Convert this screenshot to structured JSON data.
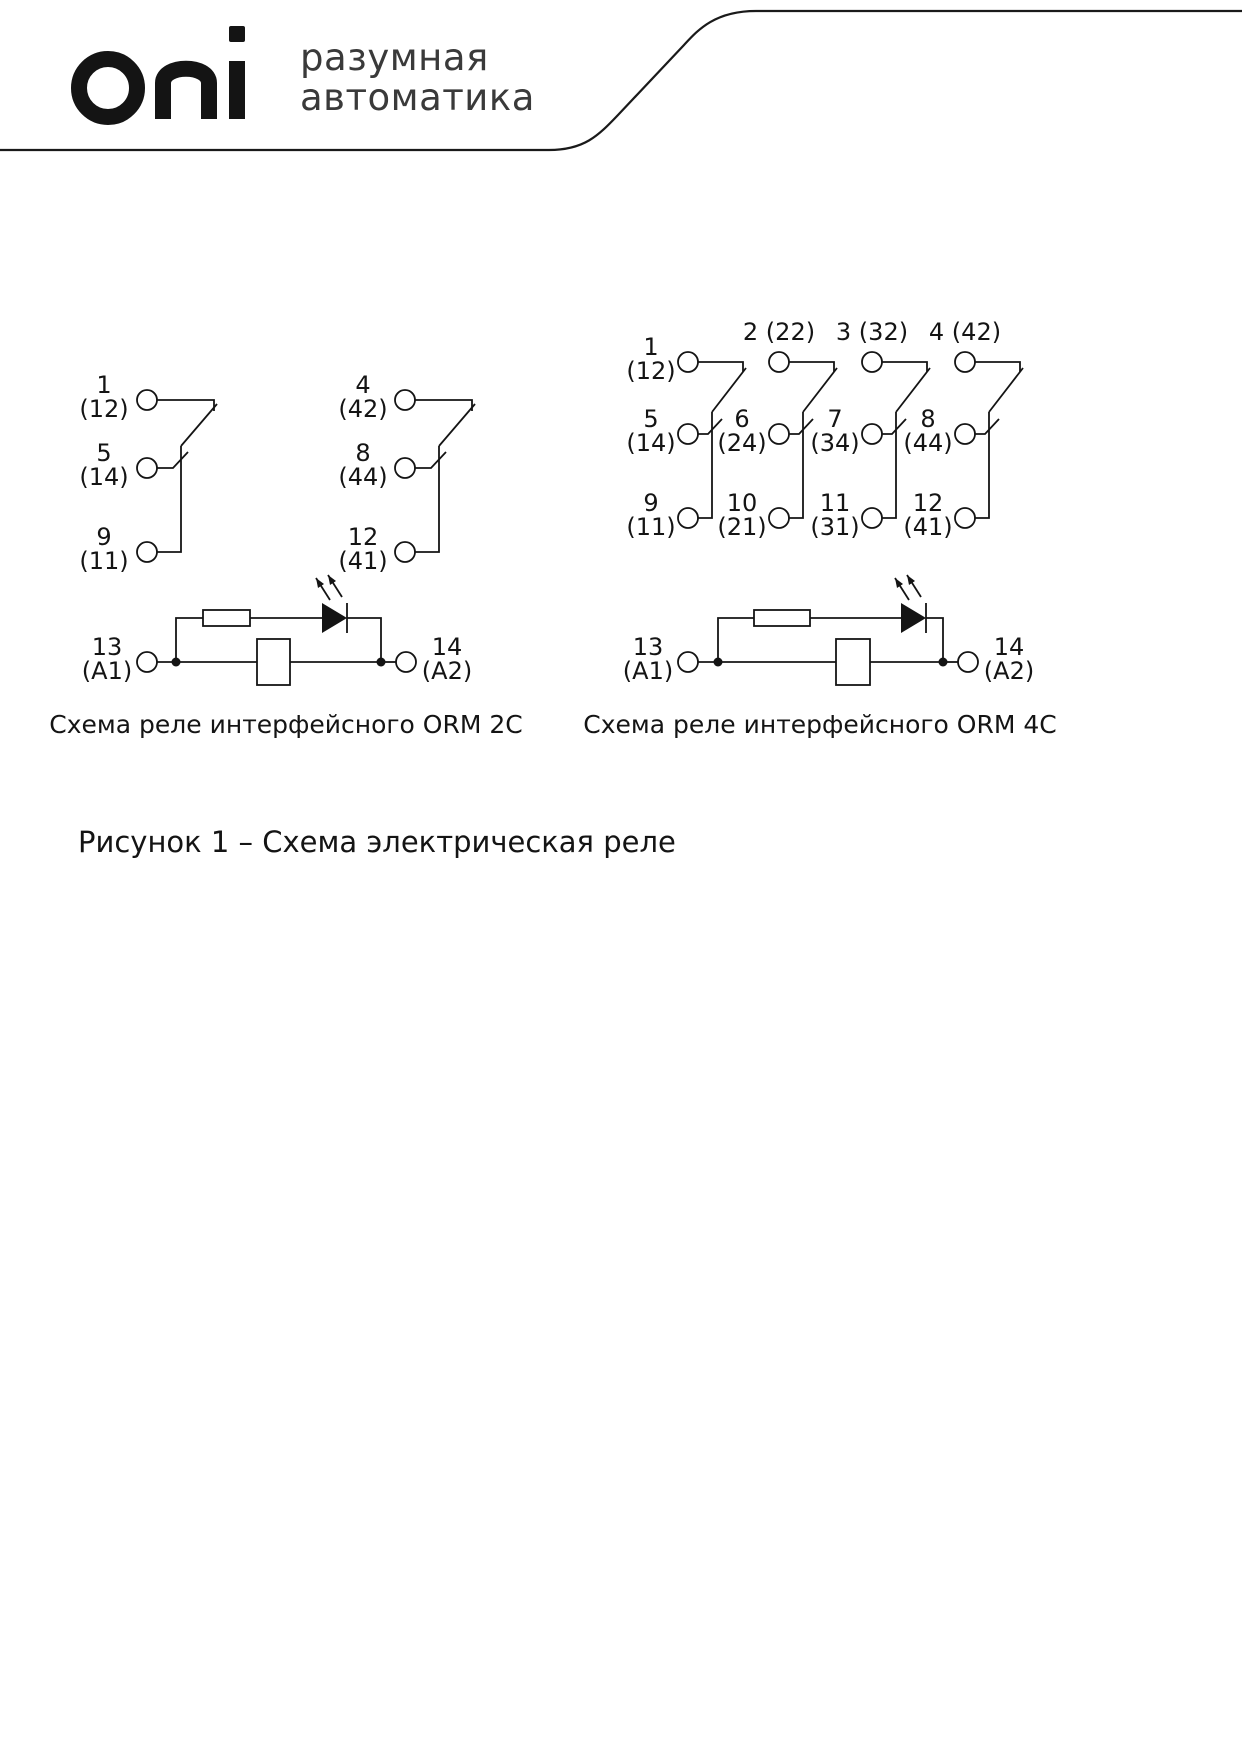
{
  "header": {
    "logo_text": "oni",
    "tagline_line1": "разумная",
    "tagline_line2": "автоматика"
  },
  "orm2c": {
    "caption": "Схема реле интерфейсного ORM 2C",
    "terminals": {
      "t1": {
        "num": "1",
        "code": "(12)"
      },
      "t5": {
        "num": "5",
        "code": "(14)"
      },
      "t9": {
        "num": "9",
        "code": "(11)"
      },
      "t4": {
        "num": "4",
        "code": "(42)"
      },
      "t8": {
        "num": "8",
        "code": "(44)"
      },
      "t12": {
        "num": "12",
        "code": "(41)"
      },
      "t13": {
        "num": "13",
        "code": "(A1)"
      },
      "t14": {
        "num": "14",
        "code": "(A2)"
      }
    }
  },
  "orm4c": {
    "caption": "Схема реле интерфейсного ORM 4C",
    "terminals": {
      "t1": {
        "num": "1",
        "code": "(12)"
      },
      "t2": {
        "label": "2 (22)"
      },
      "t3": {
        "label": "3 (32)"
      },
      "t4": {
        "label": "4 (42)"
      },
      "t5": {
        "num": "5",
        "code": "(14)"
      },
      "t6": {
        "num": "6",
        "code": "(24)"
      },
      "t7": {
        "num": "7",
        "code": "(34)"
      },
      "t8": {
        "num": "8",
        "code": "(44)"
      },
      "t9": {
        "num": "9",
        "code": "(11)"
      },
      "t10": {
        "num": "10",
        "code": "(21)"
      },
      "t11": {
        "num": "11",
        "code": "(31)"
      },
      "t12": {
        "num": "12",
        "code": "(41)"
      },
      "t13": {
        "num": "13",
        "code": "(A1)"
      },
      "t14": {
        "num": "14",
        "code": "(A2)"
      }
    }
  },
  "figure_caption": "Рисунок 1 – Схема электрическая реле"
}
